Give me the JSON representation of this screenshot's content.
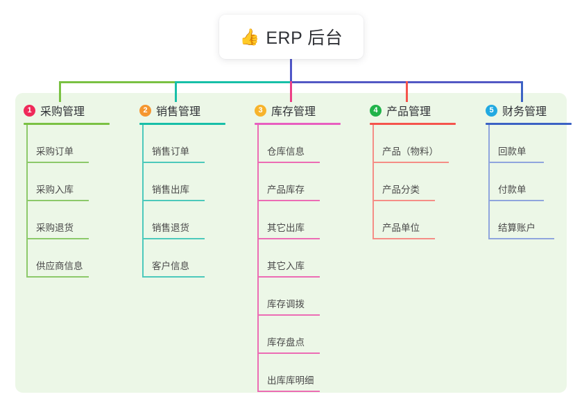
{
  "diagram": {
    "root": {
      "icon": "thumbs-up-icon",
      "emoji": "👍",
      "title": "ERP 后台"
    },
    "panel_color": "#ecf7e7",
    "trunk_colors": {
      "left_segment": "#7ac143",
      "mid_segment": "#18bfa8",
      "right_segment": "#5358c4",
      "root_stem": "#4f56c8"
    },
    "columns": [
      {
        "number": "1",
        "title": "采购管理",
        "badge_color": "#ef2a5a",
        "rule_color": "#7ac143",
        "line_color": "#8cc96a",
        "drop_color": "#7ac143",
        "items": [
          "采购订单",
          "采购入库",
          "采购退货",
          "供应商信息"
        ]
      },
      {
        "number": "2",
        "title": "销售管理",
        "badge_color": "#f5962f",
        "rule_color": "#18bfa8",
        "line_color": "#4cc9bb",
        "drop_color": "#18bfa8",
        "items": [
          "销售订单",
          "销售出库",
          "销售退货",
          "客户信息"
        ]
      },
      {
        "number": "3",
        "title": "库存管理",
        "badge_color": "#f7b32b",
        "rule_color": "#e85ec0",
        "line_color": "#ec6cb4",
        "drop_color": "#ec3f86",
        "items": [
          "仓库信息",
          "产品库存",
          "其它出库",
          "其它入库",
          "库存调拨",
          "库存盘点",
          "出库库明细"
        ]
      },
      {
        "number": "4",
        "title": "产品管理",
        "badge_color": "#21b34a",
        "rule_color": "#f5544c",
        "line_color": "#f58d86",
        "drop_color": "#f5544c",
        "items": [
          "产品（物料）",
          "产品分类",
          "产品单位"
        ]
      },
      {
        "number": "5",
        "title": "财务管理",
        "badge_color": "#21a9e1",
        "rule_color": "#3b62c4",
        "line_color": "#8fa5dd",
        "drop_color": "#3b62c4",
        "items": [
          "回款单",
          "付款单",
          "结算账户"
        ]
      }
    ]
  }
}
